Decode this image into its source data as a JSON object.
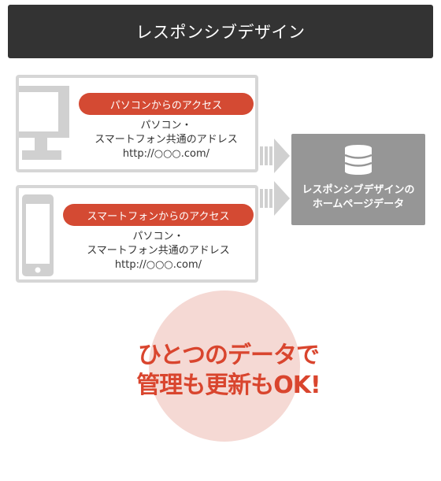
{
  "header": {
    "title": "レスポンシブデザイン"
  },
  "pc_panel": {
    "label": "パソコンからのアクセス",
    "address_line1": "パソコン・",
    "address_line2": "スマートフォン共通のアドレス",
    "url": "http://○○○.com/",
    "icon": "desktop-monitor-icon"
  },
  "sp_panel": {
    "label": "スマートフォンからのアクセス",
    "address_line1": "パソコン・",
    "address_line2": "スマートフォン共通のアドレス",
    "url": "http://○○○.com/",
    "icon": "smartphone-icon"
  },
  "homepage": {
    "line1": "レスポンシブデザインの",
    "line2": "ホームページデータ",
    "icon": "database-icon"
  },
  "slogan": {
    "line1": "ひとつのデータで",
    "line2": "管理も更新もOK!"
  },
  "colors": {
    "title_bar": "#333333",
    "accent": "#d44a33",
    "panel_border": "#d6d6d6",
    "device_gray": "#d0d0d0",
    "db_box": "#969696",
    "circle": "#f5d9d4",
    "slogan": "#d9452e"
  }
}
